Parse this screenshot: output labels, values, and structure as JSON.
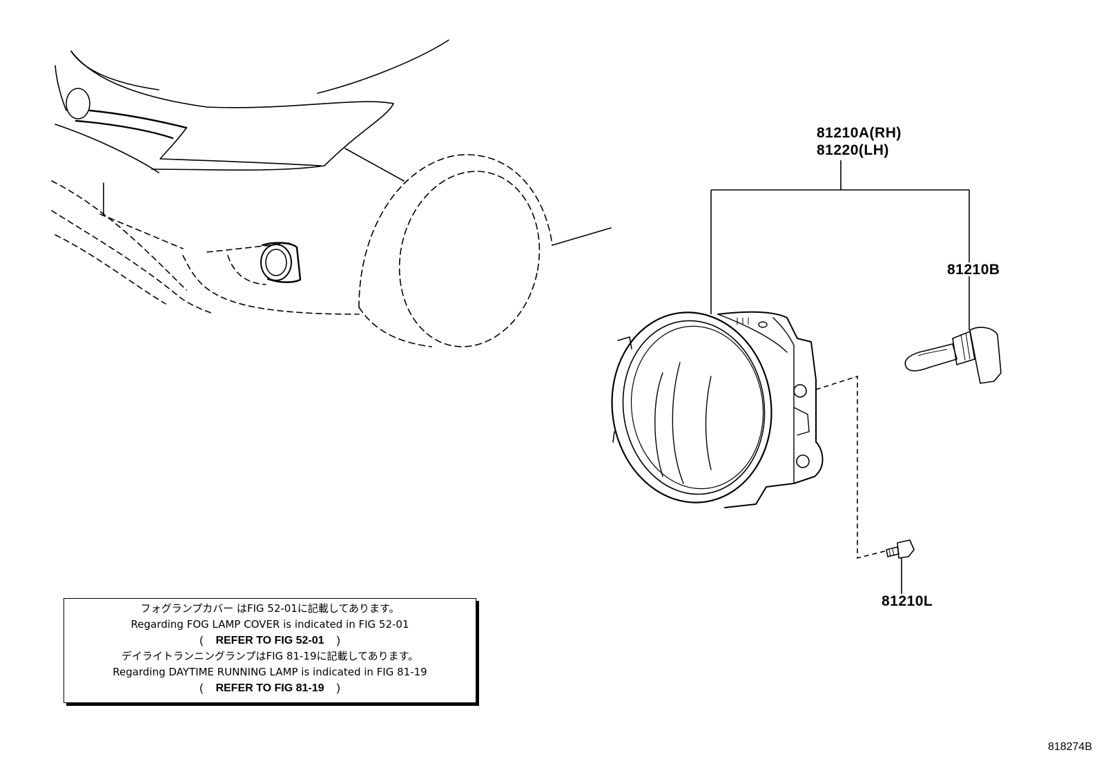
{
  "labels": {
    "assembly_rh": "81210A(RH)",
    "assembly_lh": "81220(LH)",
    "bulb": "81210B",
    "screw": "81210L"
  },
  "note": {
    "line1": "フォグランプカバー はFIG 52-01に記載してあります。",
    "line2": "Regarding FOG LAMP COVER is indicated in FIG 52-01",
    "line3_open": "(",
    "line3_text": "REFER TO FIG 52-01",
    "line3_close": ")",
    "line4": "デイライトランニングランプはFIG 81-19に記載してあります。",
    "line5": "Regarding DAYTIME RUNNING LAMP is indicated in FIG 81-19",
    "line6_open": "(",
    "line6_text": "REFER TO FIG 81-19",
    "line6_close": ")"
  },
  "figure_id": "818274B"
}
